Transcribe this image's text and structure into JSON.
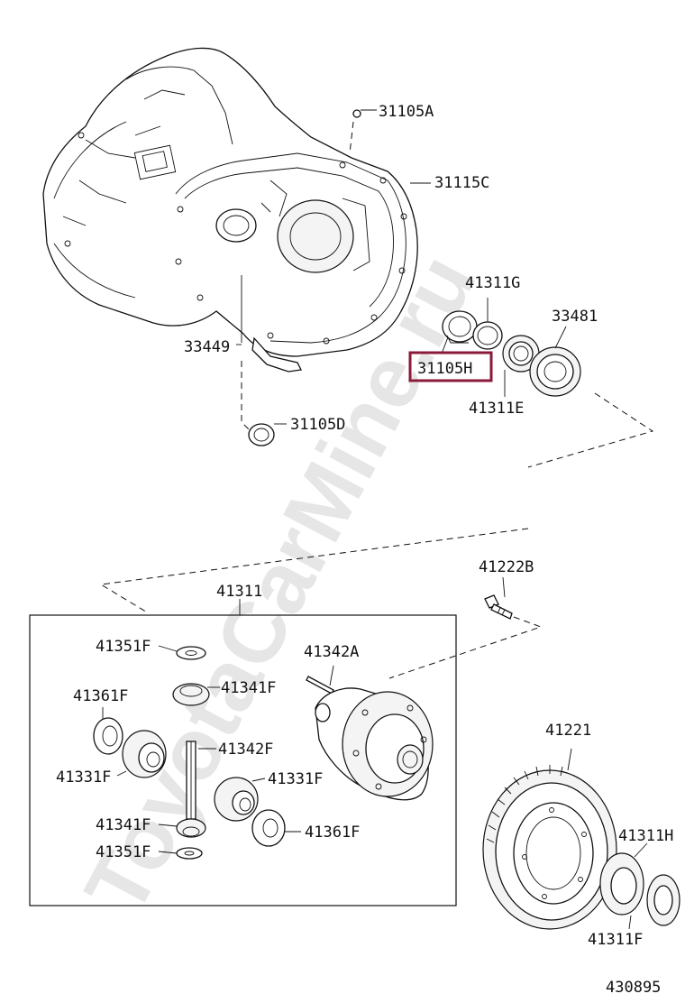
{
  "watermark": "ToyotaCarMine.ru",
  "diagram_number": "430895",
  "highlight_color": "#8b1a3a",
  "labels": {
    "p31105A": "31105A",
    "p31115C": "31115C",
    "p41311G": "41311G",
    "p33481": "33481",
    "p31105H": "31105H",
    "p41311E": "41311E",
    "p33449": "33449",
    "p31105D": "31105D",
    "p41222B": "41222B",
    "p41311": "41311",
    "p41351F_top": "41351F",
    "p41342A": "41342A",
    "p41341F_top": "41341F",
    "p41361F_left": "41361F",
    "p41342F": "41342F",
    "p41331F_left": "41331F",
    "p41331F_right": "41331F",
    "p41341F_bottom": "41341F",
    "p41361F_right": "41361F",
    "p41351F_bottom": "41351F",
    "p41221": "41221",
    "p41311H": "41311H",
    "p41311F": "41311F"
  }
}
